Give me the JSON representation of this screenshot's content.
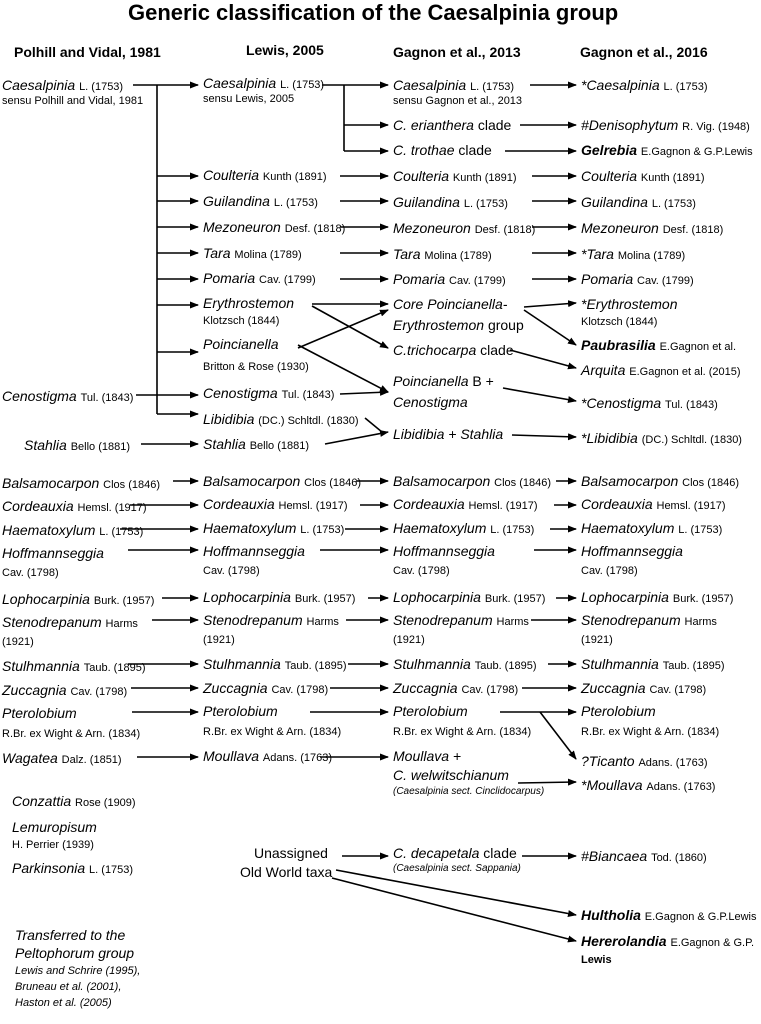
{
  "title": "Generic classification of the Caesalpinia group",
  "columns": [
    "Polhill and Vidal, 1981",
    "Lewis, 2005",
    "Gagnon et al., 2013",
    "Gagnon et al., 2016"
  ],
  "col1": {
    "caesalpinia": {
      "genus": "Caesalpinia",
      "auth": "L. (1753)",
      "sub": "sensu Polhill and Vidal, 1981"
    },
    "cenostigma": {
      "genus": "Cenostigma",
      "auth": "Tul. (1843)"
    },
    "stahlia": {
      "genus": "Stahlia",
      "auth": "Bello (1881)"
    },
    "balsamocarpon": {
      "genus": "Balsamocarpon",
      "auth": "Clos (1846)"
    },
    "cordeauxia": {
      "genus": "Cordeauxia",
      "auth": "Hemsl. (1917)"
    },
    "haematoxylum": {
      "genus": "Haematoxylum",
      "auth": "L. (1753)"
    },
    "hoffmannseggia": {
      "genus": "Hoffmannseggia",
      "auth": "Cav. (1798)"
    },
    "lophocarpinia": {
      "genus": "Lophocarpinia",
      "auth": "Burk. (1957)"
    },
    "stenodrepanum": {
      "genus": "Stenodrepanum",
      "auth": "Harms",
      "auth2": "(1921)"
    },
    "stulhmannia": {
      "genus": "Stulhmannia",
      "auth": "Taub. (1895)"
    },
    "zuccagnia": {
      "genus": "Zuccagnia",
      "auth": "Cav. (1798)"
    },
    "pterolobium": {
      "genus": "Pterolobium",
      "auth": "R.Br. ex Wight & Arn. (1834)"
    },
    "wagatea": {
      "genus": "Wagatea",
      "auth": "Dalz. (1851)"
    },
    "conzattia": {
      "genus": "Conzattia",
      "auth": "Rose (1909)"
    },
    "lemuropisum": {
      "genus": "Lemuropisum",
      "auth": "H. Perrier (1939)"
    },
    "parkinsonia": {
      "genus": "Parkinsonia",
      "auth": "L. (1753)"
    },
    "transferred": {
      "line1": "Transferred to the",
      "line2": "Peltophorum group",
      "ref1": "Lewis and Schrire (1995),",
      "ref2": "Bruneau et al. (2001),",
      "ref3": "Haston et al. (2005)"
    }
  },
  "col2": {
    "caesalpinia": {
      "genus": "Caesalpinia",
      "auth": "L. (1753)",
      "sub": "sensu Lewis, 2005"
    },
    "coulteria": {
      "genus": "Coulteria",
      "auth": "Kunth (1891)"
    },
    "guilandina": {
      "genus": "Guilandina",
      "auth": "L. (1753)"
    },
    "mezoneuron": {
      "genus": "Mezoneuron",
      "auth": "Desf. (1818)"
    },
    "tara": {
      "genus": "Tara",
      "auth": "Molina (1789)"
    },
    "pomaria": {
      "genus": "Pomaria",
      "auth": "Cav. (1799)"
    },
    "erythrostemon": {
      "genus": "Erythrostemon",
      "auth": "Klotzsch (1844)"
    },
    "poincianella": {
      "genus": "Poincianella",
      "auth": "Britton & Rose (1930)"
    },
    "cenostigma": {
      "genus": "Cenostigma",
      "auth": "Tul. (1843)"
    },
    "libidibia": {
      "genus": "Libidibia",
      "auth": "(DC.) Schltdl. (1830)"
    },
    "stahlia": {
      "genus": "Stahlia",
      "auth": "Bello (1881)"
    },
    "balsamocarpon": {
      "genus": "Balsamocarpon",
      "auth": "Clos (1846)"
    },
    "cordeauxia": {
      "genus": "Cordeauxia",
      "auth": "Hemsl. (1917)"
    },
    "haematoxylum": {
      "genus": "Haematoxylum",
      "auth": "L. (1753)"
    },
    "hoffmannseggia": {
      "genus": "Hoffmannseggia",
      "auth": "Cav. (1798)"
    },
    "lophocarpinia": {
      "genus": "Lophocarpinia",
      "auth": "Burk. (1957)"
    },
    "stenodrepanum": {
      "genus": "Stenodrepanum",
      "auth": "Harms",
      "auth2": "(1921)"
    },
    "stulhmannia": {
      "genus": "Stulhmannia",
      "auth": "Taub. (1895)"
    },
    "zuccagnia": {
      "genus": "Zuccagnia",
      "auth": "Cav. (1798)"
    },
    "pterolobium": {
      "genus": "Pterolobium",
      "auth": "R.Br. ex Wight & Arn. (1834)"
    },
    "moullava": {
      "genus": "Moullava",
      "auth": "Adans. (1763)"
    },
    "unassigned": {
      "line1": "Unassigned",
      "line2": "Old World taxa"
    }
  },
  "col3": {
    "caesalpinia": {
      "genus": "Caesalpinia",
      "auth": "L. (1753)",
      "sub": "sensu Gagnon et al., 2013"
    },
    "erianthera": {
      "genus": "C. erianthera",
      "suffix": "clade"
    },
    "trothae": {
      "genus": "C. trothae",
      "suffix": "clade"
    },
    "coulteria": {
      "genus": "Coulteria",
      "auth": "Kunth (1891)"
    },
    "guilandina": {
      "genus": "Guilandina",
      "auth": "L. (1753)"
    },
    "mezoneuron": {
      "genus": "Mezoneuron",
      "auth": "Desf. (1818)"
    },
    "tara": {
      "genus": "Tara",
      "auth": "Molina (1789)"
    },
    "pomaria": {
      "genus": "Pomaria",
      "auth": "Cav. (1799)"
    },
    "core": {
      "line1": "Core Poincianella-",
      "line2": "Erythrostemon",
      "suffix": "group"
    },
    "trichocarpa": {
      "genus": "C.trichocarpa",
      "suffix": "clade"
    },
    "poincianellaB": {
      "line1": "Poincianella",
      "b": "B +",
      "line2": "Cenostigma"
    },
    "libidibia": {
      "genus": "Libidibia + Stahlia"
    },
    "balsamocarpon": {
      "genus": "Balsamocarpon",
      "auth": "Clos (1846)"
    },
    "cordeauxia": {
      "genus": "Cordeauxia",
      "auth": "Hemsl. (1917)"
    },
    "haematoxylum": {
      "genus": "Haematoxylum",
      "auth": "L. (1753)"
    },
    "hoffmannseggia": {
      "genus": "Hoffmannseggia",
      "auth": "Cav. (1798)"
    },
    "lophocarpinia": {
      "genus": "Lophocarpinia",
      "auth": "Burk. (1957)"
    },
    "stenodrepanum": {
      "genus": "Stenodrepanum",
      "auth": "Harms",
      "auth2": "(1921)"
    },
    "stulhmannia": {
      "genus": "Stulhmannia",
      "auth": "Taub. (1895)"
    },
    "zuccagnia": {
      "genus": "Zuccagnia",
      "auth": "Cav. (1798)"
    },
    "pterolobium": {
      "genus": "Pterolobium",
      "auth": "R.Br. ex Wight & Arn. (1834)"
    },
    "moullava": {
      "line1": "Moullava +",
      "line2": "C. welwitschianum",
      "sub_pre": "(Caesalpinia",
      "sub_it": "sect. Cinclidocarpus)"
    },
    "decapetala": {
      "genus": "C. decapetala",
      "suffix": "clade",
      "sub_pre": "(Caesalpinia",
      "sub_it": "sect. Sappania)"
    }
  },
  "col4": {
    "caesalpinia": {
      "genus": "*Caesalpinia",
      "auth": "L. (1753)"
    },
    "denisophytum": {
      "genus": "#Denisophytum",
      "auth": "R. Vig. (1948)"
    },
    "gelrebia": {
      "genus": "Gelrebia",
      "auth": "E.Gagnon & G.P.Lewis"
    },
    "coulteria": {
      "genus": "Coulteria",
      "auth": "Kunth (1891)"
    },
    "guilandina": {
      "genus": "Guilandina",
      "auth": "L. (1753)"
    },
    "mezoneuron": {
      "genus": "Mezoneuron",
      "auth": "Desf. (1818)"
    },
    "tara": {
      "genus": "*Tara",
      "auth": "Molina (1789)"
    },
    "pomaria": {
      "genus": "Pomaria",
      "auth": "Cav. (1799)"
    },
    "erythrostemon": {
      "genus": "*Erythrostemon",
      "auth": "Klotzsch (1844)"
    },
    "paubrasilia": {
      "genus": "Paubrasilia",
      "auth": "E.Gagnon et al."
    },
    "arquita": {
      "genus": "Arquita",
      "auth": "E.Gagnon et al. (2015)"
    },
    "cenostigma": {
      "genus": "*Cenostigma",
      "auth": "Tul. (1843)"
    },
    "libidibia": {
      "genus": "*Libidibia",
      "auth": "(DC.) Schltdl. (1830)"
    },
    "balsamocarpon": {
      "genus": "Balsamocarpon",
      "auth": "Clos (1846)"
    },
    "cordeauxia": {
      "genus": "Cordeauxia",
      "auth": "Hemsl. (1917)"
    },
    "haematoxylum": {
      "genus": "Haematoxylum",
      "auth": "L. (1753)"
    },
    "hoffmannseggia": {
      "genus": "Hoffmannseggia",
      "auth": "Cav. (1798)"
    },
    "lophocarpinia": {
      "genus": "Lophocarpinia",
      "auth": "Burk. (1957)"
    },
    "stenodrepanum": {
      "genus": "Stenodrepanum",
      "auth": "Harms",
      "auth2": "(1921)"
    },
    "stulhmannia": {
      "genus": "Stulhmannia",
      "auth": "Taub. (1895)"
    },
    "zuccagnia": {
      "genus": "Zuccagnia",
      "auth": "Cav. (1798)"
    },
    "pterolobium": {
      "genus": "Pterolobium",
      "auth": "R.Br. ex Wight & Arn. (1834)"
    },
    "ticanto": {
      "genus": "?Ticanto",
      "auth": "Adans. (1763)"
    },
    "moullava": {
      "genus": "*Moullava",
      "auth": "Adans. (1763)"
    },
    "biancaea": {
      "genus": "#Biancaea",
      "auth": "Tod. (1860)"
    },
    "hultholia": {
      "genus": "Hultholia",
      "auth": "E.Gagnon & G.P.Lewis"
    },
    "hererolandia": {
      "genus": "Hererolandia",
      "auth": "E.Gagnon & G.P.",
      "auth2": "Lewis"
    }
  }
}
